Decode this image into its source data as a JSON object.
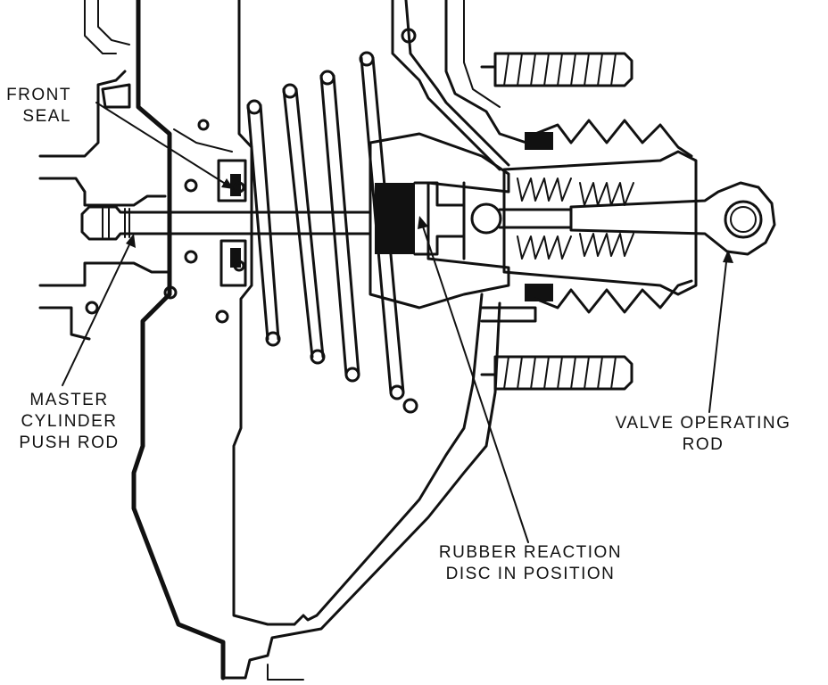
{
  "figure": {
    "labels": {
      "front_seal": [
        "FRONT",
        "SEAL"
      ],
      "master_cylinder_push_rod": [
        "MASTER",
        "CYLINDER",
        "PUSH ROD"
      ],
      "rubber_reaction_disc": [
        "RUBBER REACTION",
        "DISC IN POSITION"
      ],
      "valve_operating_rod": [
        "VALVE OPERATING",
        "ROD"
      ]
    }
  }
}
